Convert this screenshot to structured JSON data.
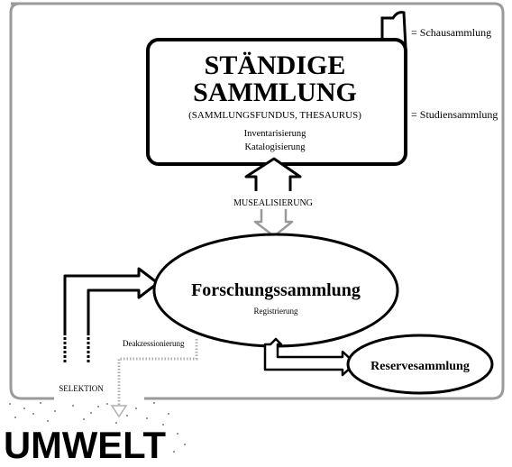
{
  "main_box": {
    "title_line1": "STÄNDIGE",
    "title_line2": "SAMMLUNG",
    "subtitle": "(SAMMLUNGSFUNDUS, THESAURUS)",
    "step1": "Inventarisierung",
    "step2": "Katalogisierung"
  },
  "side_labels": {
    "schausammlung": "= Schausammlung",
    "studiensammlung": "= Studiensammlung"
  },
  "musealisierung": "MUSEALISIERUNG",
  "forschung": {
    "title": "Forschungssammlung",
    "sub": "Registrierung"
  },
  "reserve": "Reservesammlung",
  "deakzessionierung": "Deakzessionierung",
  "selektion": "SELEKTION",
  "umwelt": "UMWELT"
}
